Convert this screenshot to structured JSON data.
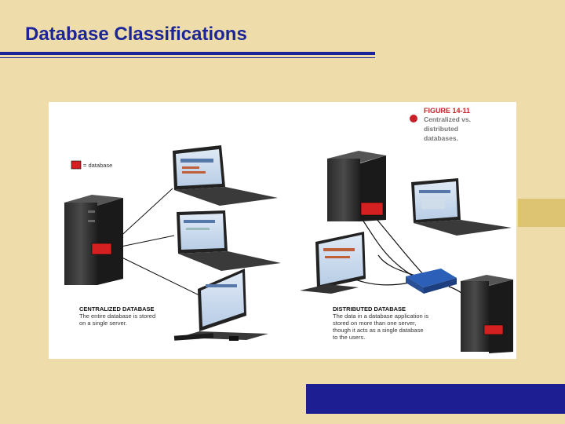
{
  "slide": {
    "title": "Database Classifications"
  },
  "figure": {
    "number": "FIGURE 14-11",
    "caption_lines": [
      "Centralized vs.",
      "distributed",
      "databases."
    ],
    "legend_label": "= database",
    "centralized": {
      "heading": "CENTRALIZED DATABASE",
      "lines": [
        "The entire database is stored",
        "on a single server."
      ]
    },
    "distributed": {
      "heading": "DISTRIBUTED DATABASE",
      "lines": [
        "The data in a database application is",
        "stored on more than one server,",
        "though it acts as a single database",
        "to the users."
      ]
    }
  },
  "colors": {
    "background": "#eedcaa",
    "title": "#1c2598",
    "accent_box": "#dcc473",
    "bottom_box": "#1d1e91",
    "database_red": "#d42020"
  }
}
